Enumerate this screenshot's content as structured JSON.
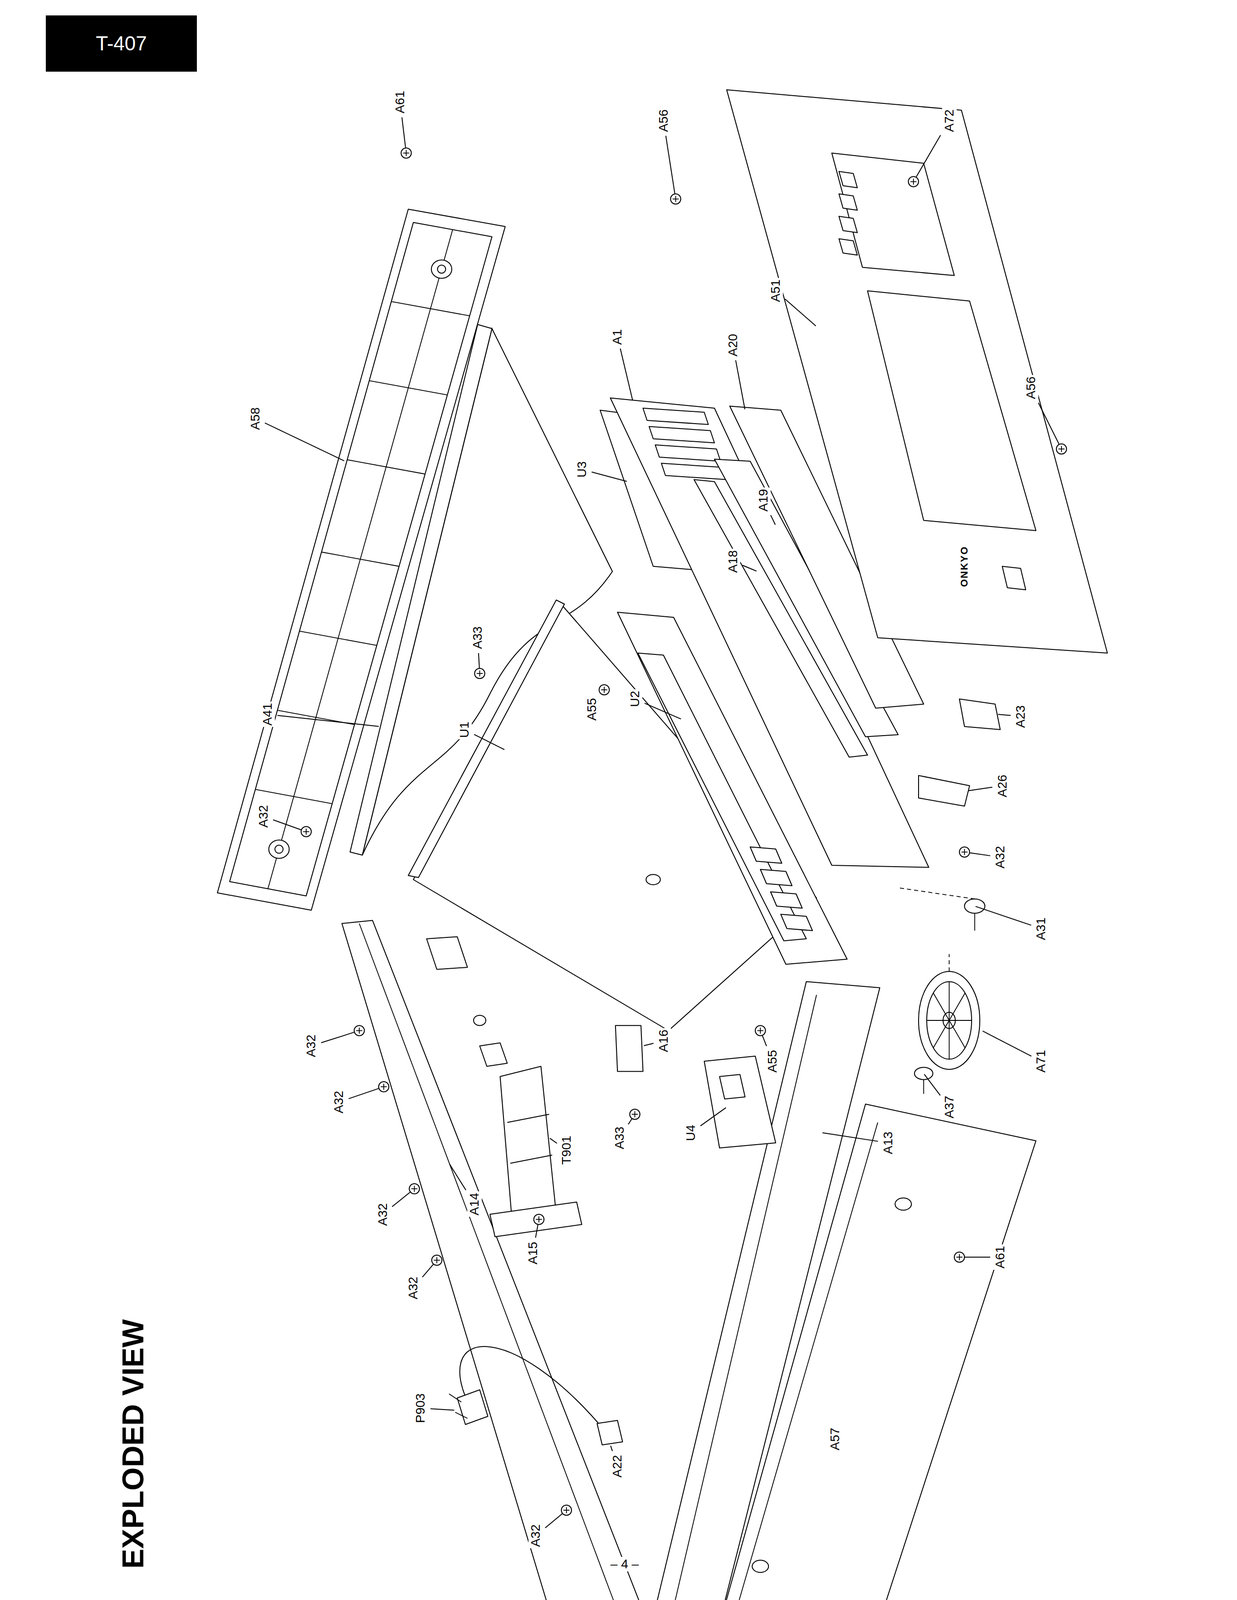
{
  "diagram": {
    "title": "EXPLODED VIEW",
    "nodes": [
      {
        "text": [
          "T-407"
        ]
      }
    ],
    "labels": [
      "A61",
      "A56",
      "A72",
      "A58",
      "A41",
      "A32",
      "U1",
      "A33",
      "U3",
      "A1",
      "A20",
      "A51",
      "A56",
      "A19",
      "A18",
      "A55",
      "U2",
      "A23",
      "A26",
      "A32",
      "A31",
      "A71",
      "A37",
      "A13",
      "A55",
      "A16",
      "U4",
      "A33",
      "T901",
      "A15",
      "A14",
      "A32",
      "A32",
      "A32",
      "A32",
      "P903",
      "A22",
      "A32",
      "A57",
      "A61",
      "ONKYO",
      "– 4 –"
    ]
  }
}
